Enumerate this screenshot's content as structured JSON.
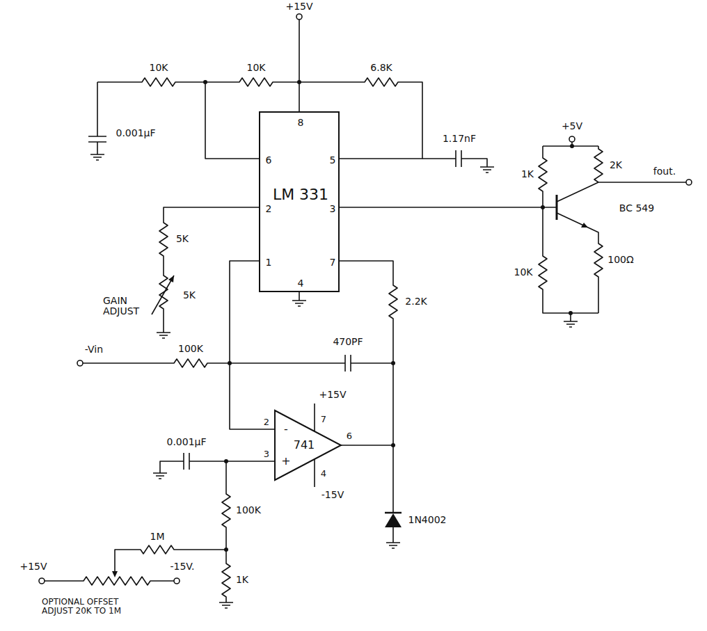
{
  "diagram": {
    "nodes": [
      {
        "text": [
          "LM 331",
          "8",
          "6",
          "5",
          "2",
          "3",
          "1",
          "7",
          "4"
        ]
      },
      {
        "text": [
          "741",
          "-",
          "+",
          "2",
          "3",
          "7",
          "6",
          "4"
        ]
      }
    ],
    "edges": [
      {
        "from": 0,
        "to": 1,
        "arrow": "none"
      }
    ],
    "labels": [
      "+15V",
      "10K",
      "10K",
      "6.8K",
      "0.001μF",
      "1.17nF",
      "+5V",
      "1K",
      "2K",
      "fout.",
      "BC 549",
      "5K",
      "5K",
      "GAIN ADJUST",
      "10K",
      "100Ω",
      "-Vin",
      "100K",
      "470PF",
      "2.2K",
      "+15V",
      "-15V",
      "0.001μF",
      "100K",
      "1M",
      "1N4002",
      "+15V",
      "-15V.",
      "1K",
      "OPTIONAL OFFSET ADJUST 20K TO 1M"
    ]
  }
}
